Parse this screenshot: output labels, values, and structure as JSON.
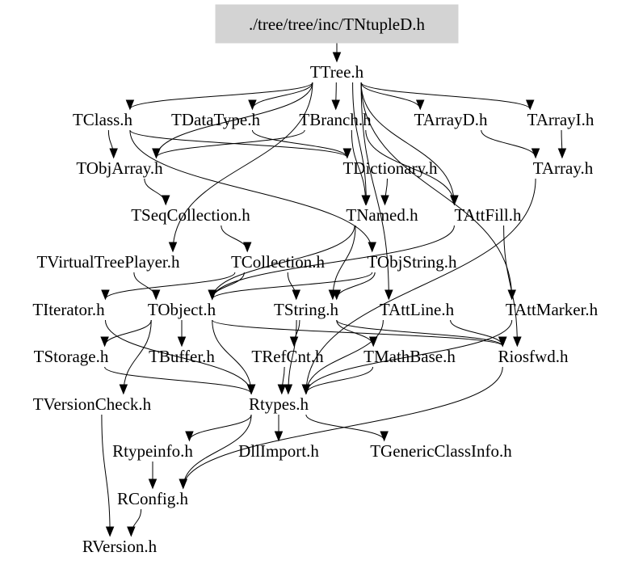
{
  "title": "./tree/tree/inc/TNtupleD.h",
  "colors": {
    "root_fill": "#d3d3d3",
    "edge": "#000000",
    "text": "#000000"
  },
  "nodes": [
    {
      "id": "root",
      "label": "./tree/tree/inc/TNtupleD.h",
      "highlighted": true
    },
    {
      "id": "TTree",
      "label": "TTree.h"
    },
    {
      "id": "TClass",
      "label": "TClass.h"
    },
    {
      "id": "TDataType",
      "label": "TDataType.h"
    },
    {
      "id": "TBranch",
      "label": "TBranch.h"
    },
    {
      "id": "TArrayD",
      "label": "TArrayD.h"
    },
    {
      "id": "TArrayI",
      "label": "TArrayI.h"
    },
    {
      "id": "TObjArray",
      "label": "TObjArray.h"
    },
    {
      "id": "TDictionary",
      "label": "TDictionary.h"
    },
    {
      "id": "TArray",
      "label": "TArray.h"
    },
    {
      "id": "TSeqCollection",
      "label": "TSeqCollection.h"
    },
    {
      "id": "TNamed",
      "label": "TNamed.h"
    },
    {
      "id": "TAttFill",
      "label": "TAttFill.h"
    },
    {
      "id": "TVirtualTreePlayer",
      "label": "TVirtualTreePlayer.h"
    },
    {
      "id": "TCollection",
      "label": "TCollection.h"
    },
    {
      "id": "TObjString",
      "label": "TObjString.h"
    },
    {
      "id": "TIterator",
      "label": "TIterator.h"
    },
    {
      "id": "TObject",
      "label": "TObject.h"
    },
    {
      "id": "TString",
      "label": "TString.h"
    },
    {
      "id": "TAttLine",
      "label": "TAttLine.h"
    },
    {
      "id": "TAttMarker",
      "label": "TAttMarker.h"
    },
    {
      "id": "TStorage",
      "label": "TStorage.h"
    },
    {
      "id": "TBuffer",
      "label": "TBuffer.h"
    },
    {
      "id": "TRefCnt",
      "label": "TRefCnt.h"
    },
    {
      "id": "TMathBase",
      "label": "TMathBase.h"
    },
    {
      "id": "Riosfwd",
      "label": "Riosfwd.h"
    },
    {
      "id": "TVersionCheck",
      "label": "TVersionCheck.h"
    },
    {
      "id": "Rtypes",
      "label": "Rtypes.h"
    },
    {
      "id": "Rtypeinfo",
      "label": "Rtypeinfo.h"
    },
    {
      "id": "DllImport",
      "label": "DllImport.h"
    },
    {
      "id": "TGenericClassInfo",
      "label": "TGenericClassInfo.h"
    },
    {
      "id": "RConfig",
      "label": "RConfig.h"
    },
    {
      "id": "RVersion",
      "label": "RVersion.h"
    }
  ],
  "edges": [
    [
      "root",
      "TTree"
    ],
    [
      "TTree",
      "TClass"
    ],
    [
      "TTree",
      "TDataType"
    ],
    [
      "TTree",
      "TBranch"
    ],
    [
      "TTree",
      "TArrayD"
    ],
    [
      "TTree",
      "TArrayI"
    ],
    [
      "TTree",
      "TObjArray"
    ],
    [
      "TTree",
      "TVirtualTreePlayer"
    ],
    [
      "TTree",
      "TNamed"
    ],
    [
      "TTree",
      "TAttFill"
    ],
    [
      "TTree",
      "TAttLine"
    ],
    [
      "TTree",
      "TAttMarker"
    ],
    [
      "TClass",
      "TObjArray"
    ],
    [
      "TClass",
      "TDictionary"
    ],
    [
      "TClass",
      "TObjString"
    ],
    [
      "TDataType",
      "TDictionary"
    ],
    [
      "TBranch",
      "TObjArray"
    ],
    [
      "TBranch",
      "TNamed"
    ],
    [
      "TBranch",
      "TAttFill"
    ],
    [
      "TArrayD",
      "TArray"
    ],
    [
      "TArrayI",
      "TArray"
    ],
    [
      "TObjArray",
      "TSeqCollection"
    ],
    [
      "TDictionary",
      "TNamed"
    ],
    [
      "TSeqCollection",
      "TCollection"
    ],
    [
      "TNamed",
      "TObject"
    ],
    [
      "TNamed",
      "TString"
    ],
    [
      "TAttFill",
      "TObject"
    ],
    [
      "TAttFill",
      "Riosfwd"
    ],
    [
      "TArray",
      "Rtypes"
    ],
    [
      "TVirtualTreePlayer",
      "TObject"
    ],
    [
      "TCollection",
      "TIterator"
    ],
    [
      "TCollection",
      "TObject"
    ],
    [
      "TCollection",
      "TString"
    ],
    [
      "TObjString",
      "TObject"
    ],
    [
      "TObjString",
      "TString"
    ],
    [
      "TObject",
      "TStorage"
    ],
    [
      "TObject",
      "TBuffer"
    ],
    [
      "TObject",
      "TVersionCheck"
    ],
    [
      "TObject",
      "Rtypes"
    ],
    [
      "TObject",
      "Riosfwd"
    ],
    [
      "TIterator",
      "Rtypes"
    ],
    [
      "TString",
      "TRefCnt"
    ],
    [
      "TString",
      "TMathBase"
    ],
    [
      "TString",
      "Riosfwd"
    ],
    [
      "TString",
      "Rtypes"
    ],
    [
      "TAttLine",
      "Riosfwd"
    ],
    [
      "TAttLine",
      "Rtypes"
    ],
    [
      "TAttMarker",
      "Rtypes"
    ],
    [
      "TStorage",
      "Rtypes"
    ],
    [
      "TMathBase",
      "Rtypes"
    ],
    [
      "TRefCnt",
      "Rtypes"
    ],
    [
      "TVersionCheck",
      "RVersion"
    ],
    [
      "Riosfwd",
      "RConfig"
    ],
    [
      "Rtypes",
      "Rtypeinfo"
    ],
    [
      "Rtypes",
      "DllImport"
    ],
    [
      "Rtypes",
      "TGenericClassInfo"
    ],
    [
      "Rtypes",
      "RConfig"
    ],
    [
      "Rtypeinfo",
      "RConfig"
    ],
    [
      "RConfig",
      "RVersion"
    ]
  ]
}
